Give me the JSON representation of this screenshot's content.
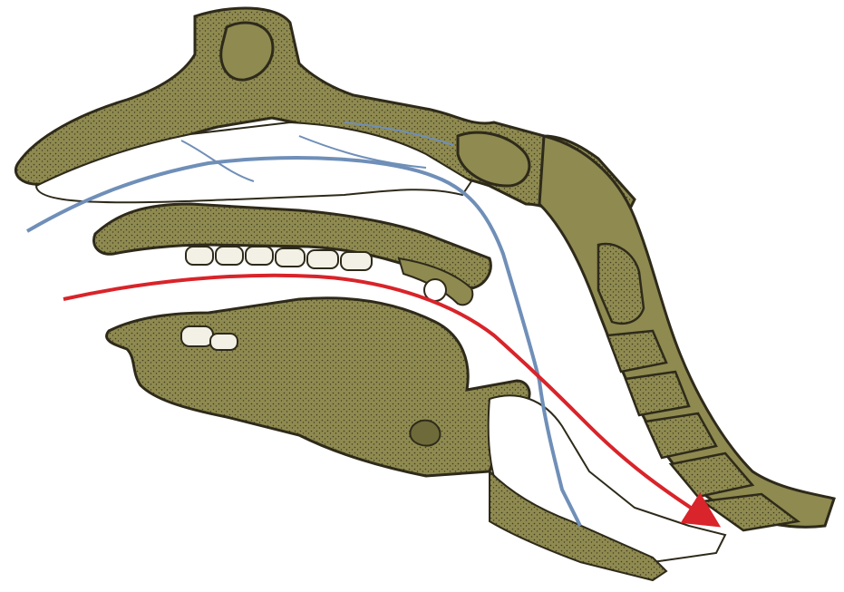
{
  "figure": {
    "subject": "sagittal-section-head-neck",
    "labels": [],
    "colors": {
      "background": "#ffffff",
      "bone": "#8f8a50",
      "bone_dark": "#6e6a3a",
      "outline": "#2e2a1a",
      "stipple": "#3f3b22",
      "soft_tissue": "#f4f1ea",
      "teeth": "#f3f1e6",
      "airway_path": "#d8242a",
      "food_path": "#6f8fb8"
    },
    "paths": [
      {
        "id": "airway",
        "color_key": "airway_path"
      },
      {
        "id": "food",
        "color_key": "food_path"
      }
    ]
  }
}
